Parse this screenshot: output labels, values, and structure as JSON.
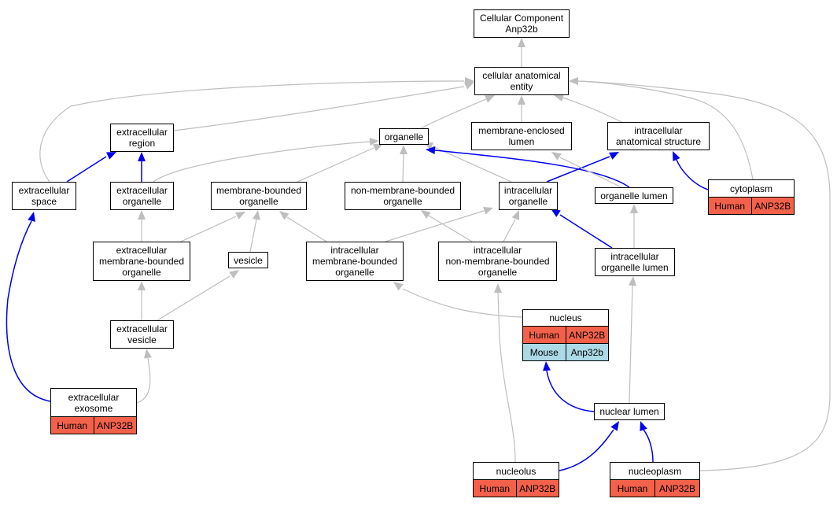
{
  "colors": {
    "human": "#f4614a",
    "mouse": "#acd9e6",
    "is_a_edge": "#bebebe",
    "part_of_edge": "#0000ee"
  },
  "nodes": {
    "root": {
      "label": "Cellular Component\nAnp32b",
      "rows": []
    },
    "cae": {
      "label": "cellular anatomical\nentity",
      "rows": []
    },
    "exreg": {
      "label": "extracellular\nregion",
      "rows": []
    },
    "organ": {
      "label": "organelle",
      "rows": []
    },
    "melum": {
      "label": "membrane-enclosed\nlumen",
      "rows": []
    },
    "icas": {
      "label": "intracellular\nanatomical structure",
      "rows": []
    },
    "exsp": {
      "label": "extracellular\nspace",
      "rows": []
    },
    "exorg": {
      "label": "extracellular\norganelle",
      "rows": []
    },
    "mbo": {
      "label": "membrane-bounded\norganelle",
      "rows": []
    },
    "nmbo": {
      "label": "non-membrane-bounded\norganelle",
      "rows": []
    },
    "ico": {
      "label": "intracellular\norganelle",
      "rows": []
    },
    "olum": {
      "label": "organelle lumen",
      "rows": []
    },
    "cyto": {
      "label": "cytoplasm",
      "rows": [
        {
          "species": "Human",
          "gene": "ANP32B",
          "type": "human"
        }
      ]
    },
    "exmbo": {
      "label": "extracellular\nmembrane-bounded\norganelle",
      "rows": []
    },
    "ves": {
      "label": "vesicle",
      "rows": []
    },
    "imbo": {
      "label": "intracellular\nmembrane-bounded\norganelle",
      "rows": []
    },
    "inmbo": {
      "label": "intracellular\nnon-membrane-bounded\norganelle",
      "rows": []
    },
    "iolum": {
      "label": "intracellular\norganelle lumen",
      "rows": []
    },
    "exves": {
      "label": "extracellular\nvesicle",
      "rows": []
    },
    "nucleus": {
      "label": "nucleus",
      "rows": [
        {
          "species": "Human",
          "gene": "ANP32B",
          "type": "human"
        },
        {
          "species": "Mouse",
          "gene": "Anp32b",
          "type": "mouse"
        }
      ]
    },
    "exo": {
      "label": "extracellular\nexosome",
      "rows": [
        {
          "species": "Human",
          "gene": "ANP32B",
          "type": "human"
        }
      ]
    },
    "nlum": {
      "label": "nuclear lumen",
      "rows": []
    },
    "nucl": {
      "label": "nucleolus",
      "rows": [
        {
          "species": "Human",
          "gene": "ANP32B",
          "type": "human"
        }
      ]
    },
    "nplasm": {
      "label": "nucleoplasm",
      "rows": [
        {
          "species": "Human",
          "gene": "ANP32B",
          "type": "human"
        }
      ]
    }
  },
  "edges": [
    {
      "from": "cae",
      "to": "root",
      "type": "is_a"
    },
    {
      "from": "exreg",
      "to": "cae",
      "type": "is_a"
    },
    {
      "from": "organ",
      "to": "cae",
      "type": "is_a"
    },
    {
      "from": "melum",
      "to": "cae",
      "type": "is_a"
    },
    {
      "from": "icas",
      "to": "cae",
      "type": "is_a"
    },
    {
      "from": "exsp",
      "to": "cae",
      "type": "is_a"
    },
    {
      "from": "cyto",
      "to": "cae",
      "type": "is_a"
    },
    {
      "from": "nplasm",
      "to": "cae",
      "type": "is_a"
    },
    {
      "from": "exsp",
      "to": "exreg",
      "type": "part_of"
    },
    {
      "from": "exorg",
      "to": "exreg",
      "type": "part_of"
    },
    {
      "from": "exorg",
      "to": "organ",
      "type": "is_a"
    },
    {
      "from": "mbo",
      "to": "organ",
      "type": "is_a"
    },
    {
      "from": "nmbo",
      "to": "organ",
      "type": "is_a"
    },
    {
      "from": "ico",
      "to": "organ",
      "type": "is_a"
    },
    {
      "from": "ico",
      "to": "icas",
      "type": "part_of"
    },
    {
      "from": "olum",
      "to": "organ",
      "type": "part_of"
    },
    {
      "from": "olum",
      "to": "melum",
      "type": "is_a"
    },
    {
      "from": "cyto",
      "to": "icas",
      "type": "part_of"
    },
    {
      "from": "exmbo",
      "to": "exorg",
      "type": "is_a"
    },
    {
      "from": "exmbo",
      "to": "mbo",
      "type": "is_a"
    },
    {
      "from": "ves",
      "to": "mbo",
      "type": "is_a"
    },
    {
      "from": "imbo",
      "to": "mbo",
      "type": "is_a"
    },
    {
      "from": "imbo",
      "to": "ico",
      "type": "is_a"
    },
    {
      "from": "inmbo",
      "to": "nmbo",
      "type": "is_a"
    },
    {
      "from": "inmbo",
      "to": "ico",
      "type": "is_a"
    },
    {
      "from": "iolum",
      "to": "ico",
      "type": "part_of"
    },
    {
      "from": "iolum",
      "to": "olum",
      "type": "is_a"
    },
    {
      "from": "exves",
      "to": "exmbo",
      "type": "is_a"
    },
    {
      "from": "exves",
      "to": "ves",
      "type": "is_a"
    },
    {
      "from": "nucleus",
      "to": "imbo",
      "type": "is_a"
    },
    {
      "from": "exo",
      "to": "exves",
      "type": "is_a"
    },
    {
      "from": "exo",
      "to": "exsp",
      "type": "part_of"
    },
    {
      "from": "nlum",
      "to": "nucleus",
      "type": "part_of"
    },
    {
      "from": "nlum",
      "to": "iolum",
      "type": "is_a"
    },
    {
      "from": "nucl",
      "to": "inmbo",
      "type": "is_a"
    },
    {
      "from": "nucl",
      "to": "nlum",
      "type": "part_of"
    },
    {
      "from": "nplasm",
      "to": "nlum",
      "type": "part_of"
    }
  ]
}
